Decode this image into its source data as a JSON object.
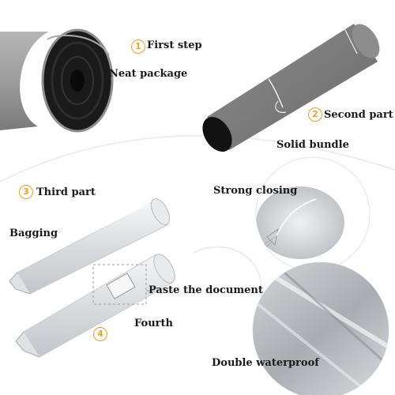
{
  "steps": [
    {
      "number": "1",
      "title": "First step",
      "caption": "Neat package"
    },
    {
      "number": "2",
      "title": "Second part",
      "caption": "Solid bundle"
    },
    {
      "number": "3",
      "title": "Third part",
      "caption": "Bagging"
    },
    {
      "number": "4",
      "title": "Fourth",
      "caption": "Paste the document"
    }
  ],
  "details": {
    "closing": "Strong closing",
    "waterproof": "Double waterproof"
  },
  "colors": {
    "accent": "#f2a020",
    "felt": "#9a9a9a",
    "felt_dark": "#6e6e6e",
    "core": "#0e0e0e",
    "plastic": "#e6e8ea"
  }
}
